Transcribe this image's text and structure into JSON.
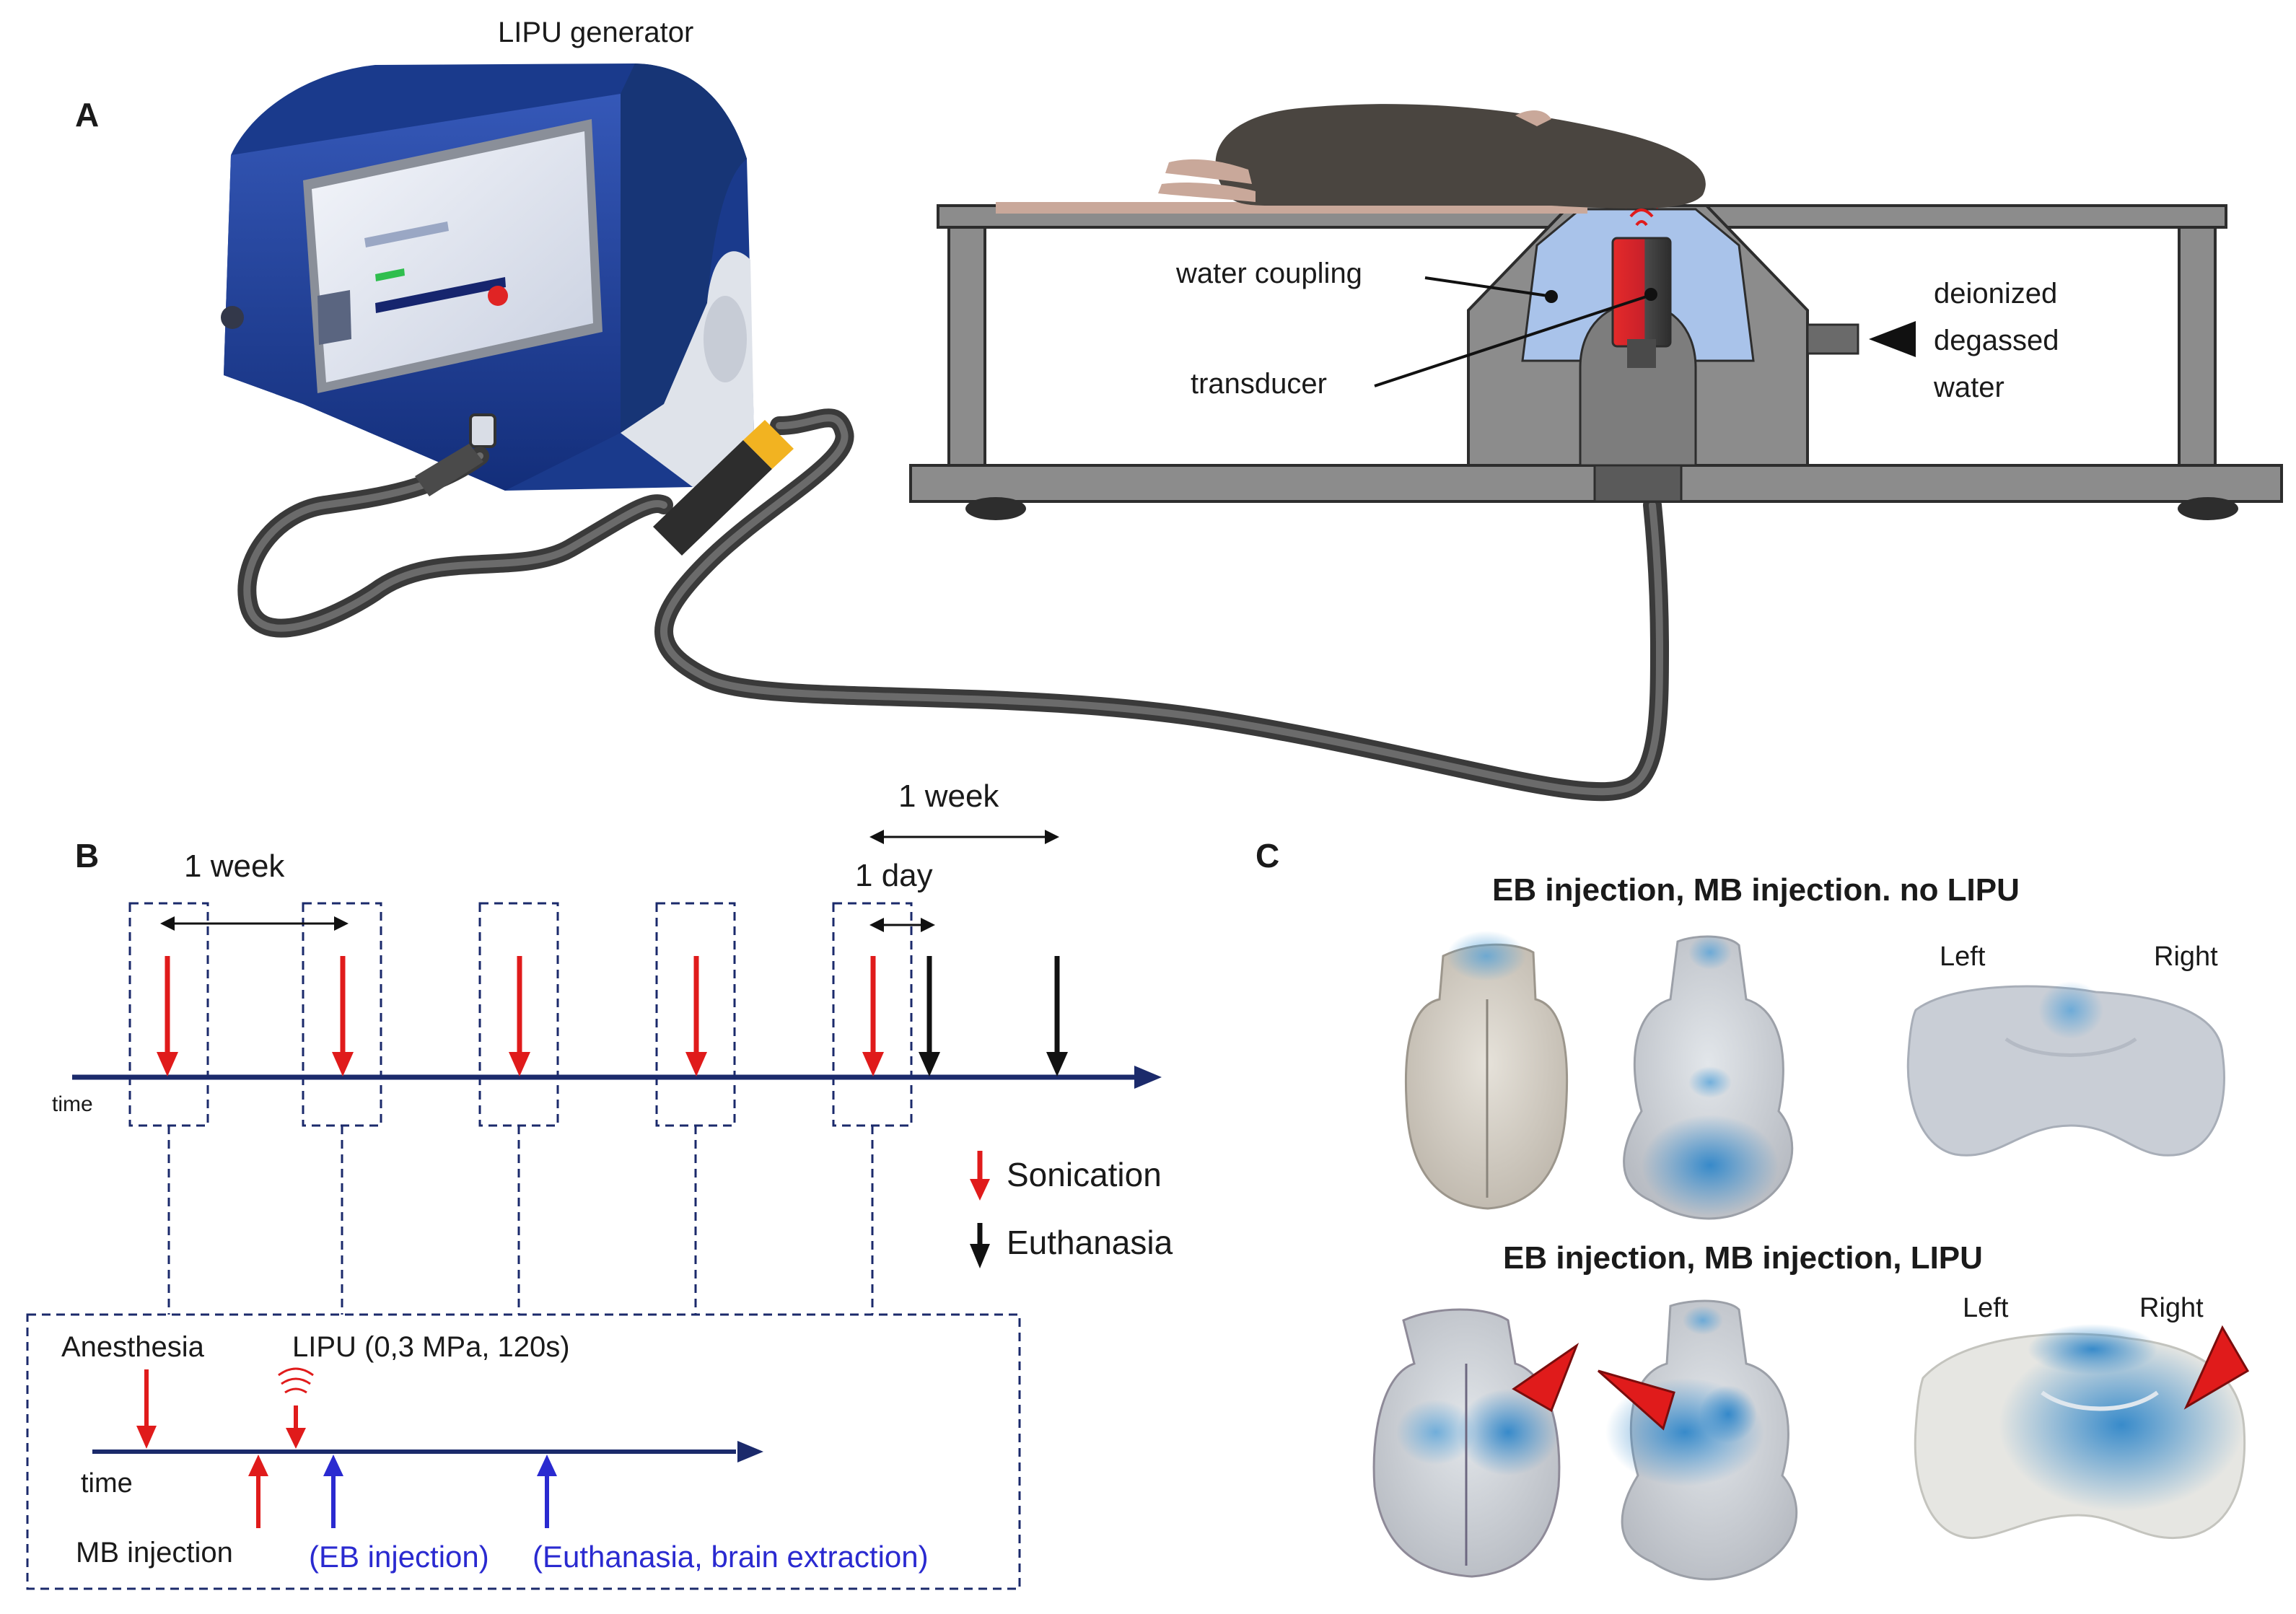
{
  "panel_a": {
    "letter": "A",
    "generator_label": "LIPU generator",
    "water_coupling_label": "water coupling",
    "transducer_label": "transducer",
    "water_label_line1": "deionized",
    "water_label_line2": "degassed",
    "water_label_line3": "water"
  },
  "panel_b": {
    "letter": "B",
    "week_span_left": "1 week",
    "week_span_right": "1 week",
    "day_span": "1 day",
    "time_axis": "time",
    "legend_sonication": "Sonication",
    "legend_euthanasia": "Euthanasia",
    "detail": {
      "anesthesia": "Anesthesia",
      "lipu_params": "LIPU (0,3  MPa, 120s)",
      "time_axis": "time",
      "mb_injection": "MB injection",
      "eb_injection": "(EB injection)",
      "euthanasia_extraction": "(Euthanasia, brain extraction)"
    }
  },
  "panel_c": {
    "letter": "C",
    "top_title": "EB injection, MB injection. no LIPU",
    "bottom_title": "EB injection, MB injection, LIPU",
    "left_label_top": "Left",
    "right_label_top": "Right",
    "left_label_bottom": "Left",
    "right_label_bottom": "Right"
  },
  "colors": {
    "timeline": "#1b2a6b",
    "sonication": "#e01b1b",
    "euthanasia": "#111111",
    "injection_blue": "#2a2ad0",
    "device_blue": "#1d3f95",
    "evans_blue": "#2f86c9",
    "frame_gray": "#8c8c8c"
  }
}
